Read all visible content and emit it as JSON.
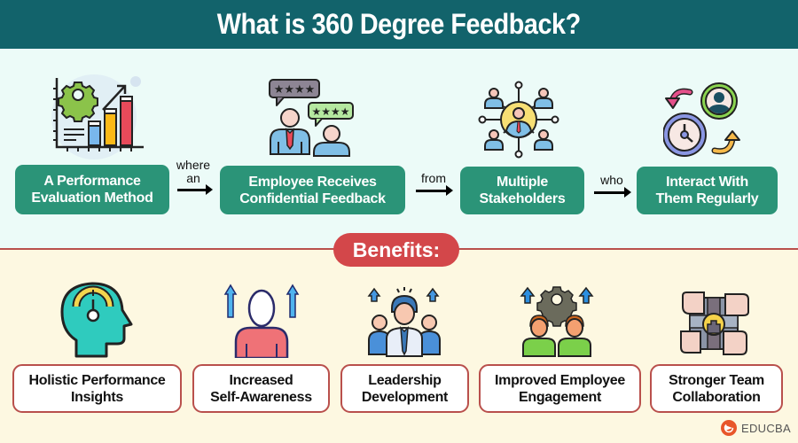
{
  "header": {
    "title": "What is 360 Degree Feedback?"
  },
  "definition_flow": {
    "steps": [
      {
        "label_line1": "A Performance",
        "label_line2": "Evaluation Method",
        "icon": "performance-chart-icon"
      },
      {
        "label_line1": "Employee Receives",
        "label_line2": "Confidential Feedback",
        "icon": "feedback-rating-icon"
      },
      {
        "label_line1": "Multiple",
        "label_line2": "Stakeholders",
        "icon": "stakeholders-network-icon"
      },
      {
        "label_line1": "Interact With",
        "label_line2": "Them Regularly",
        "icon": "regular-interaction-icon"
      }
    ],
    "connectors": [
      {
        "line1": "where",
        "line2": "an"
      },
      {
        "line1": "from",
        "line2": ""
      },
      {
        "line1": "who",
        "line2": ""
      }
    ]
  },
  "benefits": {
    "heading": "Benefits:",
    "items": [
      {
        "label_line1": "Holistic Performance",
        "label_line2": "Insights",
        "icon": "head-gauge-icon"
      },
      {
        "label_line1": "Increased",
        "label_line2": "Self-Awareness",
        "icon": "person-growth-icon"
      },
      {
        "label_line1": "Leadership",
        "label_line2": "Development",
        "icon": "leader-team-icon"
      },
      {
        "label_line1": "Improved Employee",
        "label_line2": "Engagement",
        "icon": "engaged-team-gear-icon"
      },
      {
        "label_line1": "Stronger Team",
        "label_line2": "Collaboration",
        "icon": "hands-together-icon"
      }
    ]
  },
  "branding": {
    "logo_text": "EDUCBA"
  },
  "colors": {
    "header_bg": "#12636b",
    "step_box": "#2b9478",
    "benefits_pill": "#d3474a",
    "benefit_border": "#b9504c",
    "top_bg": "#ecfbf8",
    "bottom_bg": "#fdf8e1"
  }
}
